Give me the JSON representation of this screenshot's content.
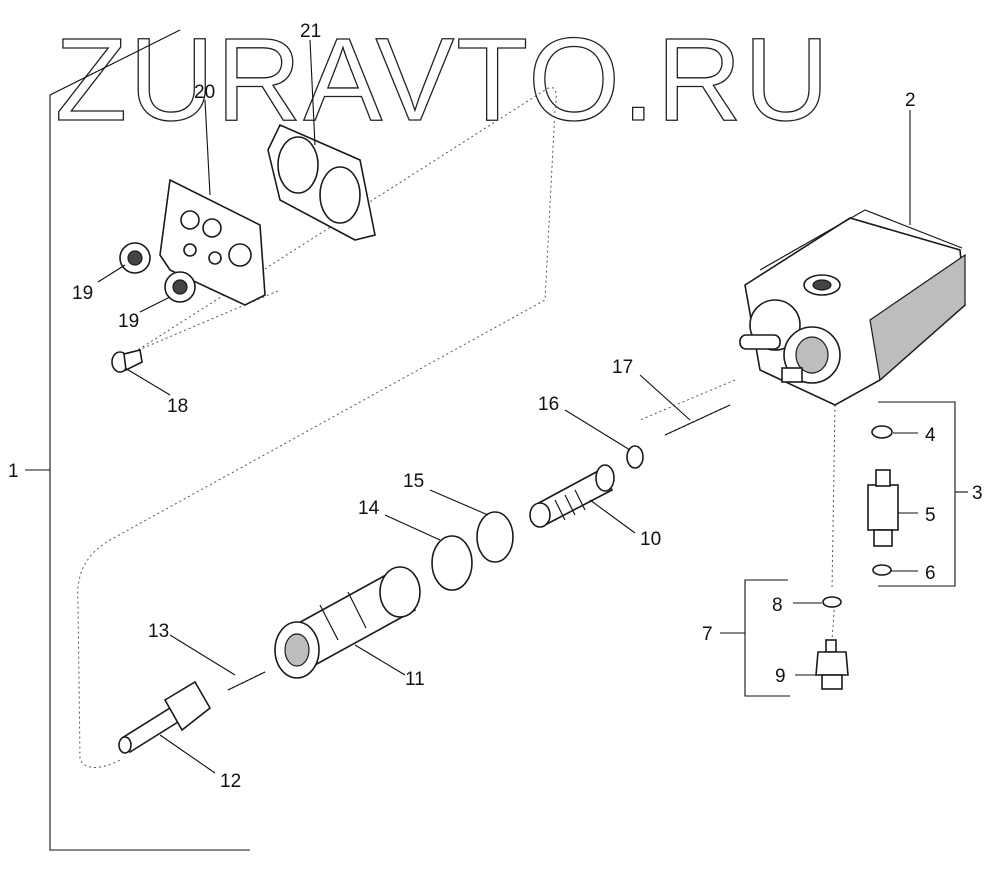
{
  "watermark": "ZURAVTO.RU",
  "callouts": {
    "c1": "1",
    "c2": "2",
    "c3": "3",
    "c4": "4",
    "c5": "5",
    "c6": "6",
    "c7": "7",
    "c8": "8",
    "c9": "9",
    "c10": "10",
    "c11": "11",
    "c12": "12",
    "c13": "13",
    "c14": "14",
    "c15": "15",
    "c16": "16",
    "c17": "17",
    "c18": "18",
    "c19a": "19",
    "c19b": "19",
    "c20": "20",
    "c21": "21"
  }
}
